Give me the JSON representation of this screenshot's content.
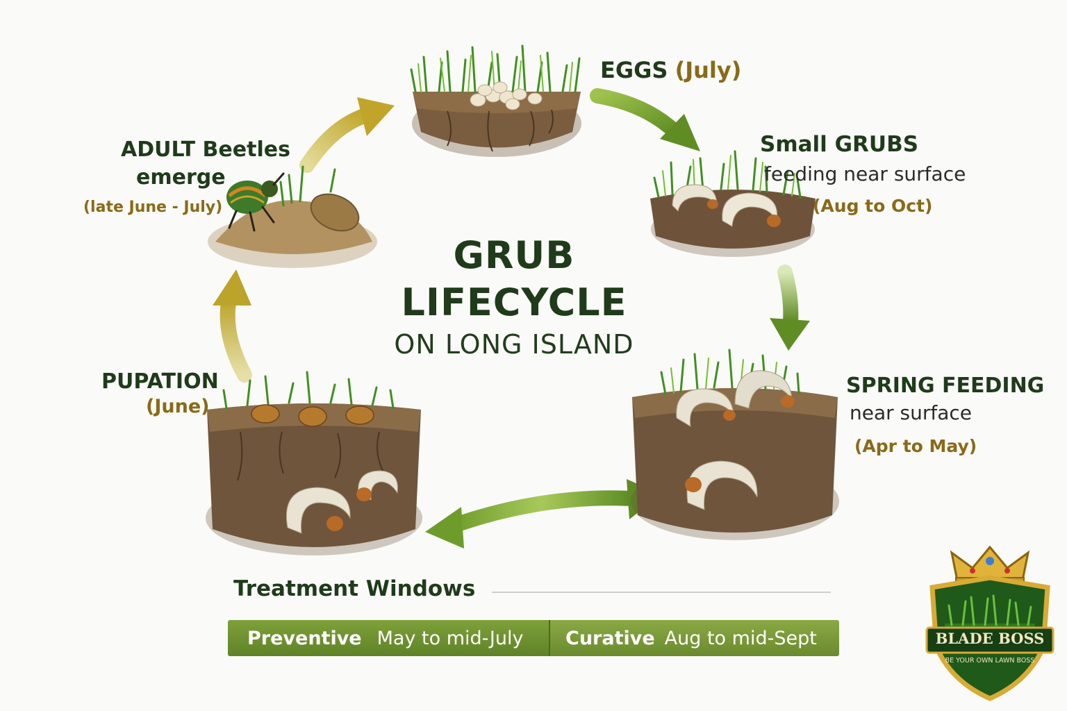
{
  "title": {
    "line1": "GRUB",
    "line2": "LIFECYCLE",
    "line3": "ON LONG ISLAND"
  },
  "stages": {
    "eggs": {
      "name": "EGGS",
      "period": "(July)"
    },
    "small_grubs": {
      "name": "Small GRUBS",
      "detail": "feeding near surface",
      "period": "(Aug to Oct)"
    },
    "spring_feeding": {
      "name": "SPRING FEEDING",
      "detail": "near surface",
      "period": "(Apr to May)"
    },
    "pupation": {
      "name": "PUPATION",
      "period": "(June)"
    },
    "adult": {
      "name_line1": "ADULT Beetles",
      "name_line2": "emerge",
      "period": "(late June - July)"
    }
  },
  "treatment": {
    "heading": "Treatment Windows",
    "preventive": {
      "label": "Preventive",
      "window": "May to mid-July"
    },
    "curative": {
      "label": "Curative",
      "window": "Aug to mid-Sept"
    }
  },
  "logo": {
    "name": "BLADE BOSS",
    "tagline": "BE YOUR OWN LAWN BOSS"
  },
  "colors": {
    "title_green": "#1f3b1a",
    "date_gold": "#8a6a18",
    "arrow_green": "#6c9a2c",
    "arrow_gold": "#c2a92b"
  }
}
